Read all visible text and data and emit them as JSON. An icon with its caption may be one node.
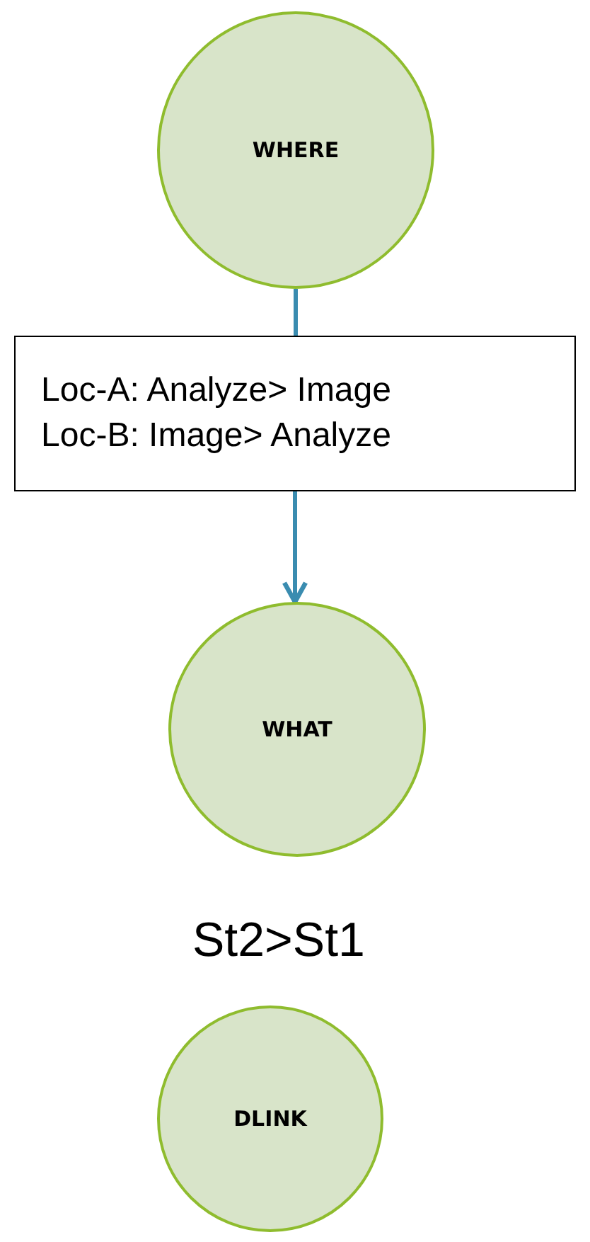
{
  "diagram": {
    "nodes": [
      {
        "text": [
          "WHERE"
        ]
      },
      {
        "text": [
          "Loc-A: Analyze> Image",
          "Loc-B: Image> Analyze"
        ]
      },
      {
        "text": [
          "WHAT"
        ]
      },
      {
        "text": [
          "DLINK"
        ]
      }
    ],
    "edges": [
      {
        "from": 0,
        "to": 1,
        "arrow": "none"
      },
      {
        "from": 1,
        "to": 2,
        "arrow": "to"
      }
    ],
    "labels": [
      "St2>St1"
    ]
  }
}
